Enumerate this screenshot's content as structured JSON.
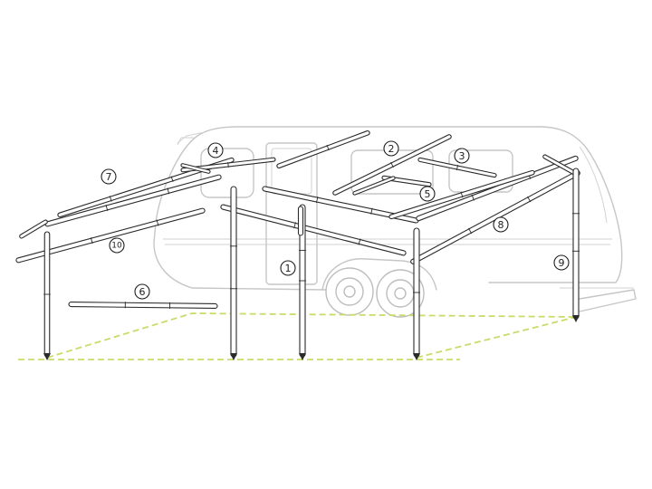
{
  "colors": {
    "frame": "#2b2b2b",
    "caravan_outline": "#c6c6c6",
    "ground_line": "#c9dc6a",
    "background": "#ffffff"
  },
  "callouts": [
    {
      "id": "c1",
      "label": "1"
    },
    {
      "id": "c2",
      "label": "2"
    },
    {
      "id": "c3",
      "label": "3"
    },
    {
      "id": "c4",
      "label": "4"
    },
    {
      "id": "c5",
      "label": "5"
    },
    {
      "id": "c6",
      "label": "6"
    },
    {
      "id": "c7",
      "label": "7"
    },
    {
      "id": "c8",
      "label": "8"
    },
    {
      "id": "c9",
      "label": "9"
    },
    {
      "id": "c10",
      "label": "10"
    }
  ]
}
